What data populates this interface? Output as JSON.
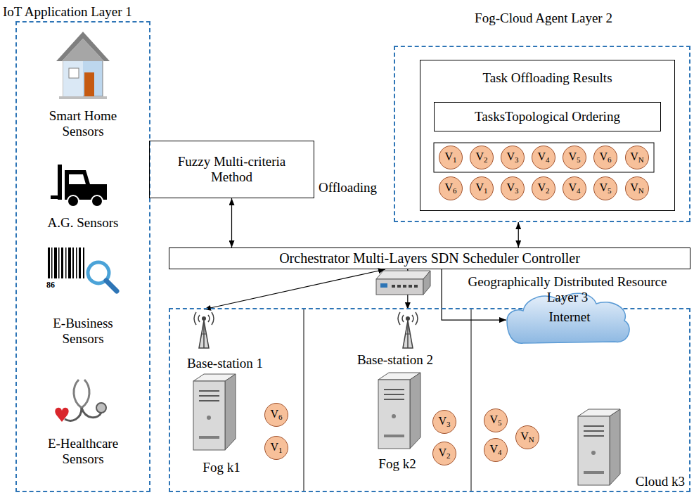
{
  "diagram": {
    "nodes": [
      {
        "text": [
          "IoT Application Layer 1"
        ]
      },
      {
        "text": [
          "Smart Home Sensors"
        ],
        "in": 0
      },
      {
        "text": [
          "A.G. Sensors"
        ],
        "in": 0
      },
      {
        "text": [
          "E-Business Sensors"
        ],
        "in": 0
      },
      {
        "text": [
          "E-Healthcare Sensors"
        ],
        "in": 0
      },
      {
        "text": [
          "Fuzzy Multi-criteria Method"
        ]
      },
      {
        "text": [
          "Fog-Cloud Agent Layer 2"
        ]
      },
      {
        "text": [
          "Task Offloading Results"
        ],
        "in": 6
      },
      {
        "text": [
          "TasksTopological Ordering"
        ],
        "in": 7
      },
      {
        "text": [
          "V1"
        ],
        "in": 7
      },
      {
        "text": [
          "V2"
        ],
        "in": 7
      },
      {
        "text": [
          "V3"
        ],
        "in": 7
      },
      {
        "text": [
          "V4"
        ],
        "in": 7
      },
      {
        "text": [
          "V5"
        ],
        "in": 7
      },
      {
        "text": [
          "V6"
        ],
        "in": 7
      },
      {
        "text": [
          "VN"
        ],
        "in": 7
      },
      {
        "text": [
          "V6"
        ],
        "in": 7
      },
      {
        "text": [
          "V1"
        ],
        "in": 7
      },
      {
        "text": [
          "V3"
        ],
        "in": 7
      },
      {
        "text": [
          "V2"
        ],
        "in": 7
      },
      {
        "text": [
          "V4"
        ],
        "in": 7
      },
      {
        "text": [
          "V5"
        ],
        "in": 7
      },
      {
        "text": [
          "VN"
        ],
        "in": 7
      },
      {
        "text": [
          "Orchestrator Multi-Layers SDN Scheduler Controller"
        ]
      },
      {
        "text": [
          "Geographically Distributed Resource Layer 3"
        ]
      },
      {
        "text": [
          "Base-station 1"
        ],
        "in": 24
      },
      {
        "text": [
          "Fog k1"
        ],
        "in": 24
      },
      {
        "text": [
          "V6"
        ],
        "in": 24
      },
      {
        "text": [
          "V1"
        ],
        "in": 24
      },
      {
        "text": [
          "Base-station 2"
        ],
        "in": 24
      },
      {
        "text": [
          "Fog k2"
        ],
        "in": 24
      },
      {
        "text": [
          "V3"
        ],
        "in": 24
      },
      {
        "text": [
          "V2"
        ],
        "in": 24
      },
      {
        "text": [
          "Internet"
        ],
        "in": 24
      },
      {
        "text": [
          "Cloud k3"
        ],
        "in": 24
      },
      {
        "text": [
          "V5"
        ],
        "in": 24
      },
      {
        "text": [
          "VN"
        ],
        "in": 24
      },
      {
        "text": [
          "V4"
        ],
        "in": 24
      }
    ],
    "edges": [
      {
        "from": 5,
        "to": 23,
        "arrow": "both"
      },
      {
        "from": 6,
        "to": 23,
        "arrow": "both"
      },
      {
        "from": 23,
        "to": 25,
        "arrow": "both"
      },
      {
        "from": 23,
        "to": 29,
        "arrow": "both"
      },
      {
        "from": 23,
        "to": 33,
        "arrow": "to"
      }
    ],
    "labels": [
      "Offloading",
      "86"
    ]
  }
}
